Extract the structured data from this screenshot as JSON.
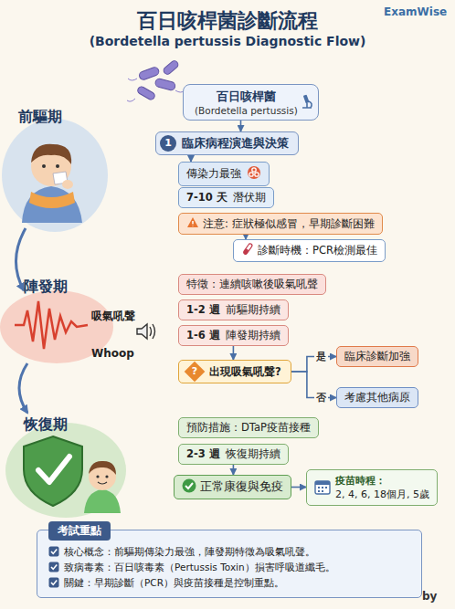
{
  "diagram": {
    "title": "百日咳桿菌診斷流程",
    "nodes": [
      {
        "text": [
          "百日咳桿菌",
          "(Bordetella pertussis)"
        ]
      },
      {
        "text": [
          "1",
          "臨床病程演進與決策"
        ]
      },
      {
        "text": [
          "傳染力最強"
        ]
      },
      {
        "text": [
          "7-10 天",
          "潛伏期"
        ]
      },
      {
        "text": [
          "注意: 症狀極似感冒，早期診斷困難"
        ]
      },
      {
        "text": [
          "診斷時機：PCR檢測最佳"
        ]
      },
      {
        "text": [
          "特徵：連續咳嗽後吸氣吼聲"
        ]
      },
      {
        "text": [
          "1-2 週",
          "前驅期持續"
        ]
      },
      {
        "text": [
          "1-6 週",
          "陣發期持續"
        ]
      },
      {
        "text": [
          "?",
          "出現吸氣吼聲?"
        ]
      },
      {
        "text": [
          "臨床診斷加強"
        ]
      },
      {
        "text": [
          "考慮其他病原"
        ]
      },
      {
        "text": [
          "預防措施：DTaP疫苗接種"
        ]
      },
      {
        "text": [
          "2-3 週",
          "恢復期持續"
        ]
      },
      {
        "text": [
          "正常康復與免疫"
        ]
      },
      {
        "text": [
          "疫苗時程：",
          "2, 4, 6, 18個月, 5歲"
        ]
      },
      {
        "text": [
          "考試重點",
          "核心概念：前驅期傳染力最強，陣發期特徵為吸氣吼聲。",
          "致病毒素：百日咳毒素（Pertussis Toxin）損害呼吸道纖毛。",
          "關鍵：早期診斷（PCR）與疫苗接種是控制重點。"
        ]
      }
    ],
    "edges": [
      {
        "from": 0,
        "to": 1,
        "arrow": "to"
      },
      {
        "from": 1,
        "to": 2,
        "arrow": "to"
      },
      {
        "from": 4,
        "to": 5,
        "arrow": "to"
      },
      {
        "from": 8,
        "to": 9,
        "arrow": "to"
      },
      {
        "from": 9,
        "to": 10,
        "label": "是",
        "arrow": "to"
      },
      {
        "from": 9,
        "to": 11,
        "label": "否",
        "arrow": "to"
      },
      {
        "from": 13,
        "to": 14,
        "arrow": "to"
      },
      {
        "from": 14,
        "to": 15,
        "arrow": "to"
      }
    ],
    "labels": [
      "(Bordetella pertussis Diagnostic Flow)",
      "ExamWise",
      "前驅期",
      "陣發期",
      "吸氣吼聲",
      "Whoop",
      "恢復期",
      "by"
    ]
  }
}
